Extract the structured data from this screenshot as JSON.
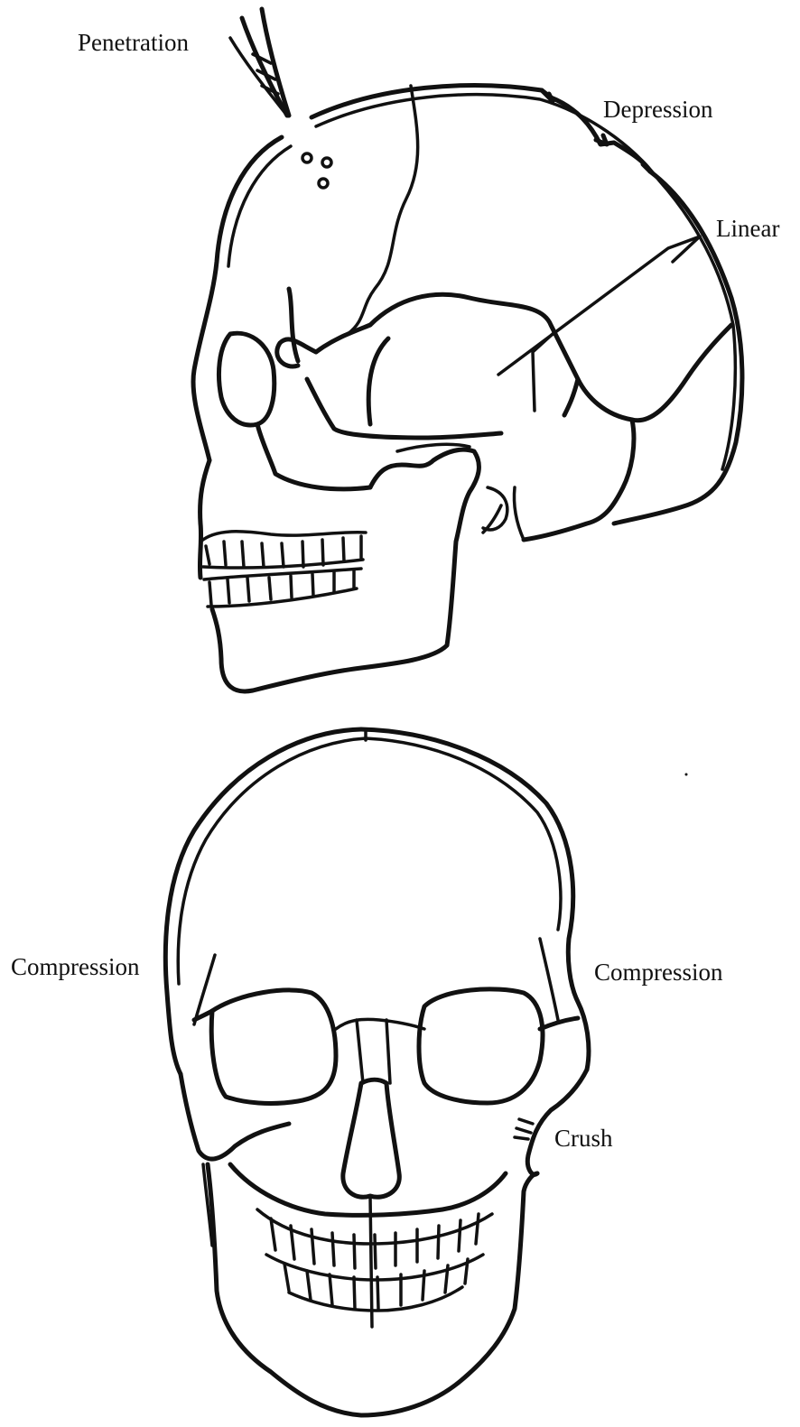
{
  "labels": {
    "penetration": "Penetration",
    "depression": "Depression",
    "linear": "Linear",
    "compression_left": "Compression",
    "compression_right": "Compression",
    "crush": "Crush"
  },
  "colors": {
    "ink": "#111111",
    "background": "#ffffff"
  }
}
